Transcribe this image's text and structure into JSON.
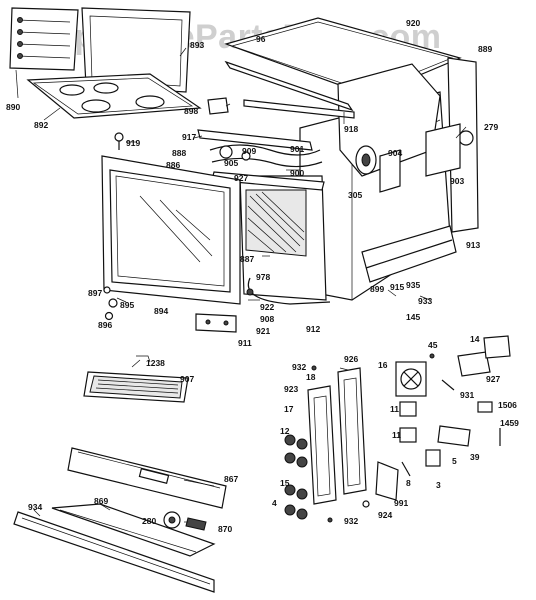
{
  "watermark": "AppliancePartsPros.com",
  "labels": [
    "890",
    "892",
    "893",
    "919",
    "920",
    "889",
    "96",
    "898",
    "918",
    "279",
    "917",
    "888",
    "886",
    "909",
    "905",
    "901",
    "927",
    "900",
    "904",
    "305",
    "903",
    "913",
    "887",
    "978",
    "897",
    "895",
    "896",
    "894",
    "922",
    "908",
    "921",
    "912",
    "911",
    "899",
    "915",
    "935",
    "933",
    "145",
    "1238",
    "907",
    "932",
    "926",
    "45",
    "14",
    "923",
    "18",
    "16",
    "927",
    "931",
    "1506",
    "17",
    "11",
    "1459",
    "12",
    "11",
    "39",
    "5",
    "8",
    "3",
    "15",
    "4",
    "991",
    "924",
    "932",
    "867",
    "934",
    "869",
    "280",
    "870"
  ]
}
